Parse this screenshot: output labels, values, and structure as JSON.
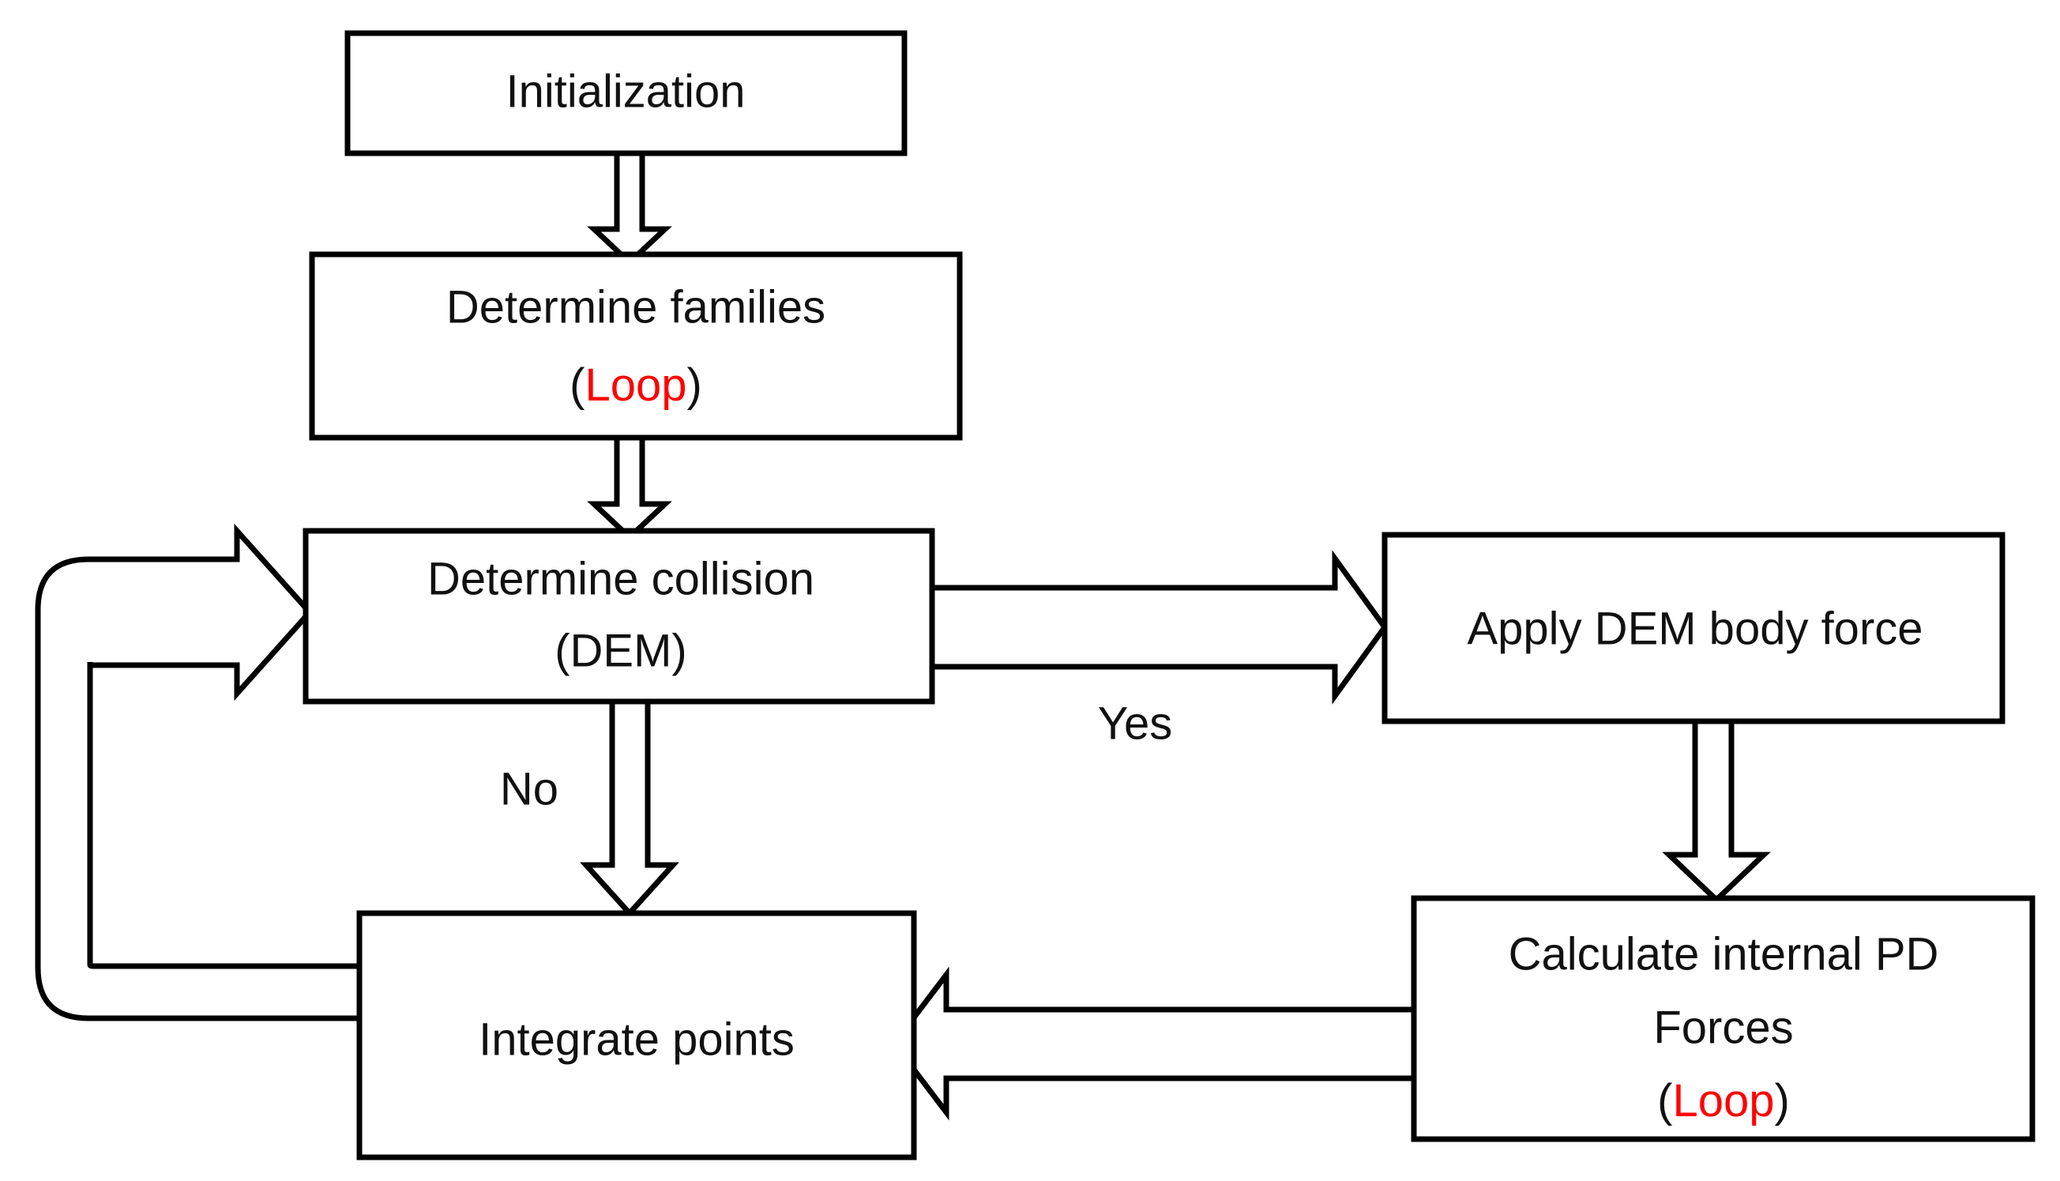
{
  "diagram": {
    "type": "flowchart",
    "title": "Peridynamics-DEM simulation loop flowchart",
    "background_color": "#ffffff",
    "stroke_color": "#000000",
    "text_color": "#111111",
    "accent_color": "#ff0000",
    "nodes": [
      {
        "id": "initialization",
        "label": "Initialization",
        "lines": [
          "Initialization"
        ],
        "shape": "rectangle"
      },
      {
        "id": "determine-families",
        "label": "Determine families (Loop)",
        "lines": [
          "Determine families",
          "(Loop)"
        ],
        "line1": "Determine families",
        "paren_open": "(",
        "highlight": "Loop",
        "paren_close": ")",
        "shape": "rectangle"
      },
      {
        "id": "determine-collision",
        "label": "Determine collision (DEM)",
        "lines": [
          "Determine collision",
          "(DEM)"
        ],
        "line1": "Determine collision",
        "line2": "(DEM)",
        "shape": "rectangle"
      },
      {
        "id": "apply-dem-body-force",
        "label": "Apply DEM body force",
        "lines": [
          "Apply DEM body force"
        ],
        "shape": "rectangle"
      },
      {
        "id": "calculate-internal-pd-forces",
        "label": "Calculate internal PD Forces (Loop)",
        "lines": [
          "Calculate internal PD",
          "Forces",
          "(Loop)"
        ],
        "line1": "Calculate internal PD",
        "line2": "Forces",
        "paren_open": "(",
        "highlight": "Loop",
        "paren_close": ")",
        "shape": "rectangle"
      },
      {
        "id": "integrate-points",
        "label": "Integrate points",
        "lines": [
          "Integrate points"
        ],
        "shape": "rectangle"
      }
    ],
    "edges": [
      {
        "id": "init-to-families",
        "from": "initialization",
        "to": "determine-families",
        "label": "",
        "direction": "down",
        "style": "block-arrow"
      },
      {
        "id": "families-to-collision",
        "from": "determine-families",
        "to": "determine-collision",
        "label": "",
        "direction": "down",
        "style": "block-arrow"
      },
      {
        "id": "collision-to-dem-force",
        "from": "determine-collision",
        "to": "apply-dem-body-force",
        "label": "Yes",
        "direction": "right",
        "style": "block-arrow"
      },
      {
        "id": "collision-to-integrate",
        "from": "determine-collision",
        "to": "integrate-points",
        "label": "No",
        "direction": "down",
        "style": "block-arrow"
      },
      {
        "id": "dem-force-to-pd-forces",
        "from": "apply-dem-body-force",
        "to": "calculate-internal-pd-forces",
        "label": "",
        "direction": "down",
        "style": "block-arrow"
      },
      {
        "id": "pd-forces-to-integrate",
        "from": "calculate-internal-pd-forces",
        "to": "integrate-points",
        "label": "",
        "direction": "left",
        "style": "block-arrow"
      },
      {
        "id": "integrate-to-collision-feedback",
        "from": "integrate-points",
        "to": "determine-collision",
        "label": "",
        "direction": "loop-left",
        "style": "block-arrow"
      }
    ],
    "edge_labels": {
      "yes": "Yes",
      "no": "No"
    }
  }
}
